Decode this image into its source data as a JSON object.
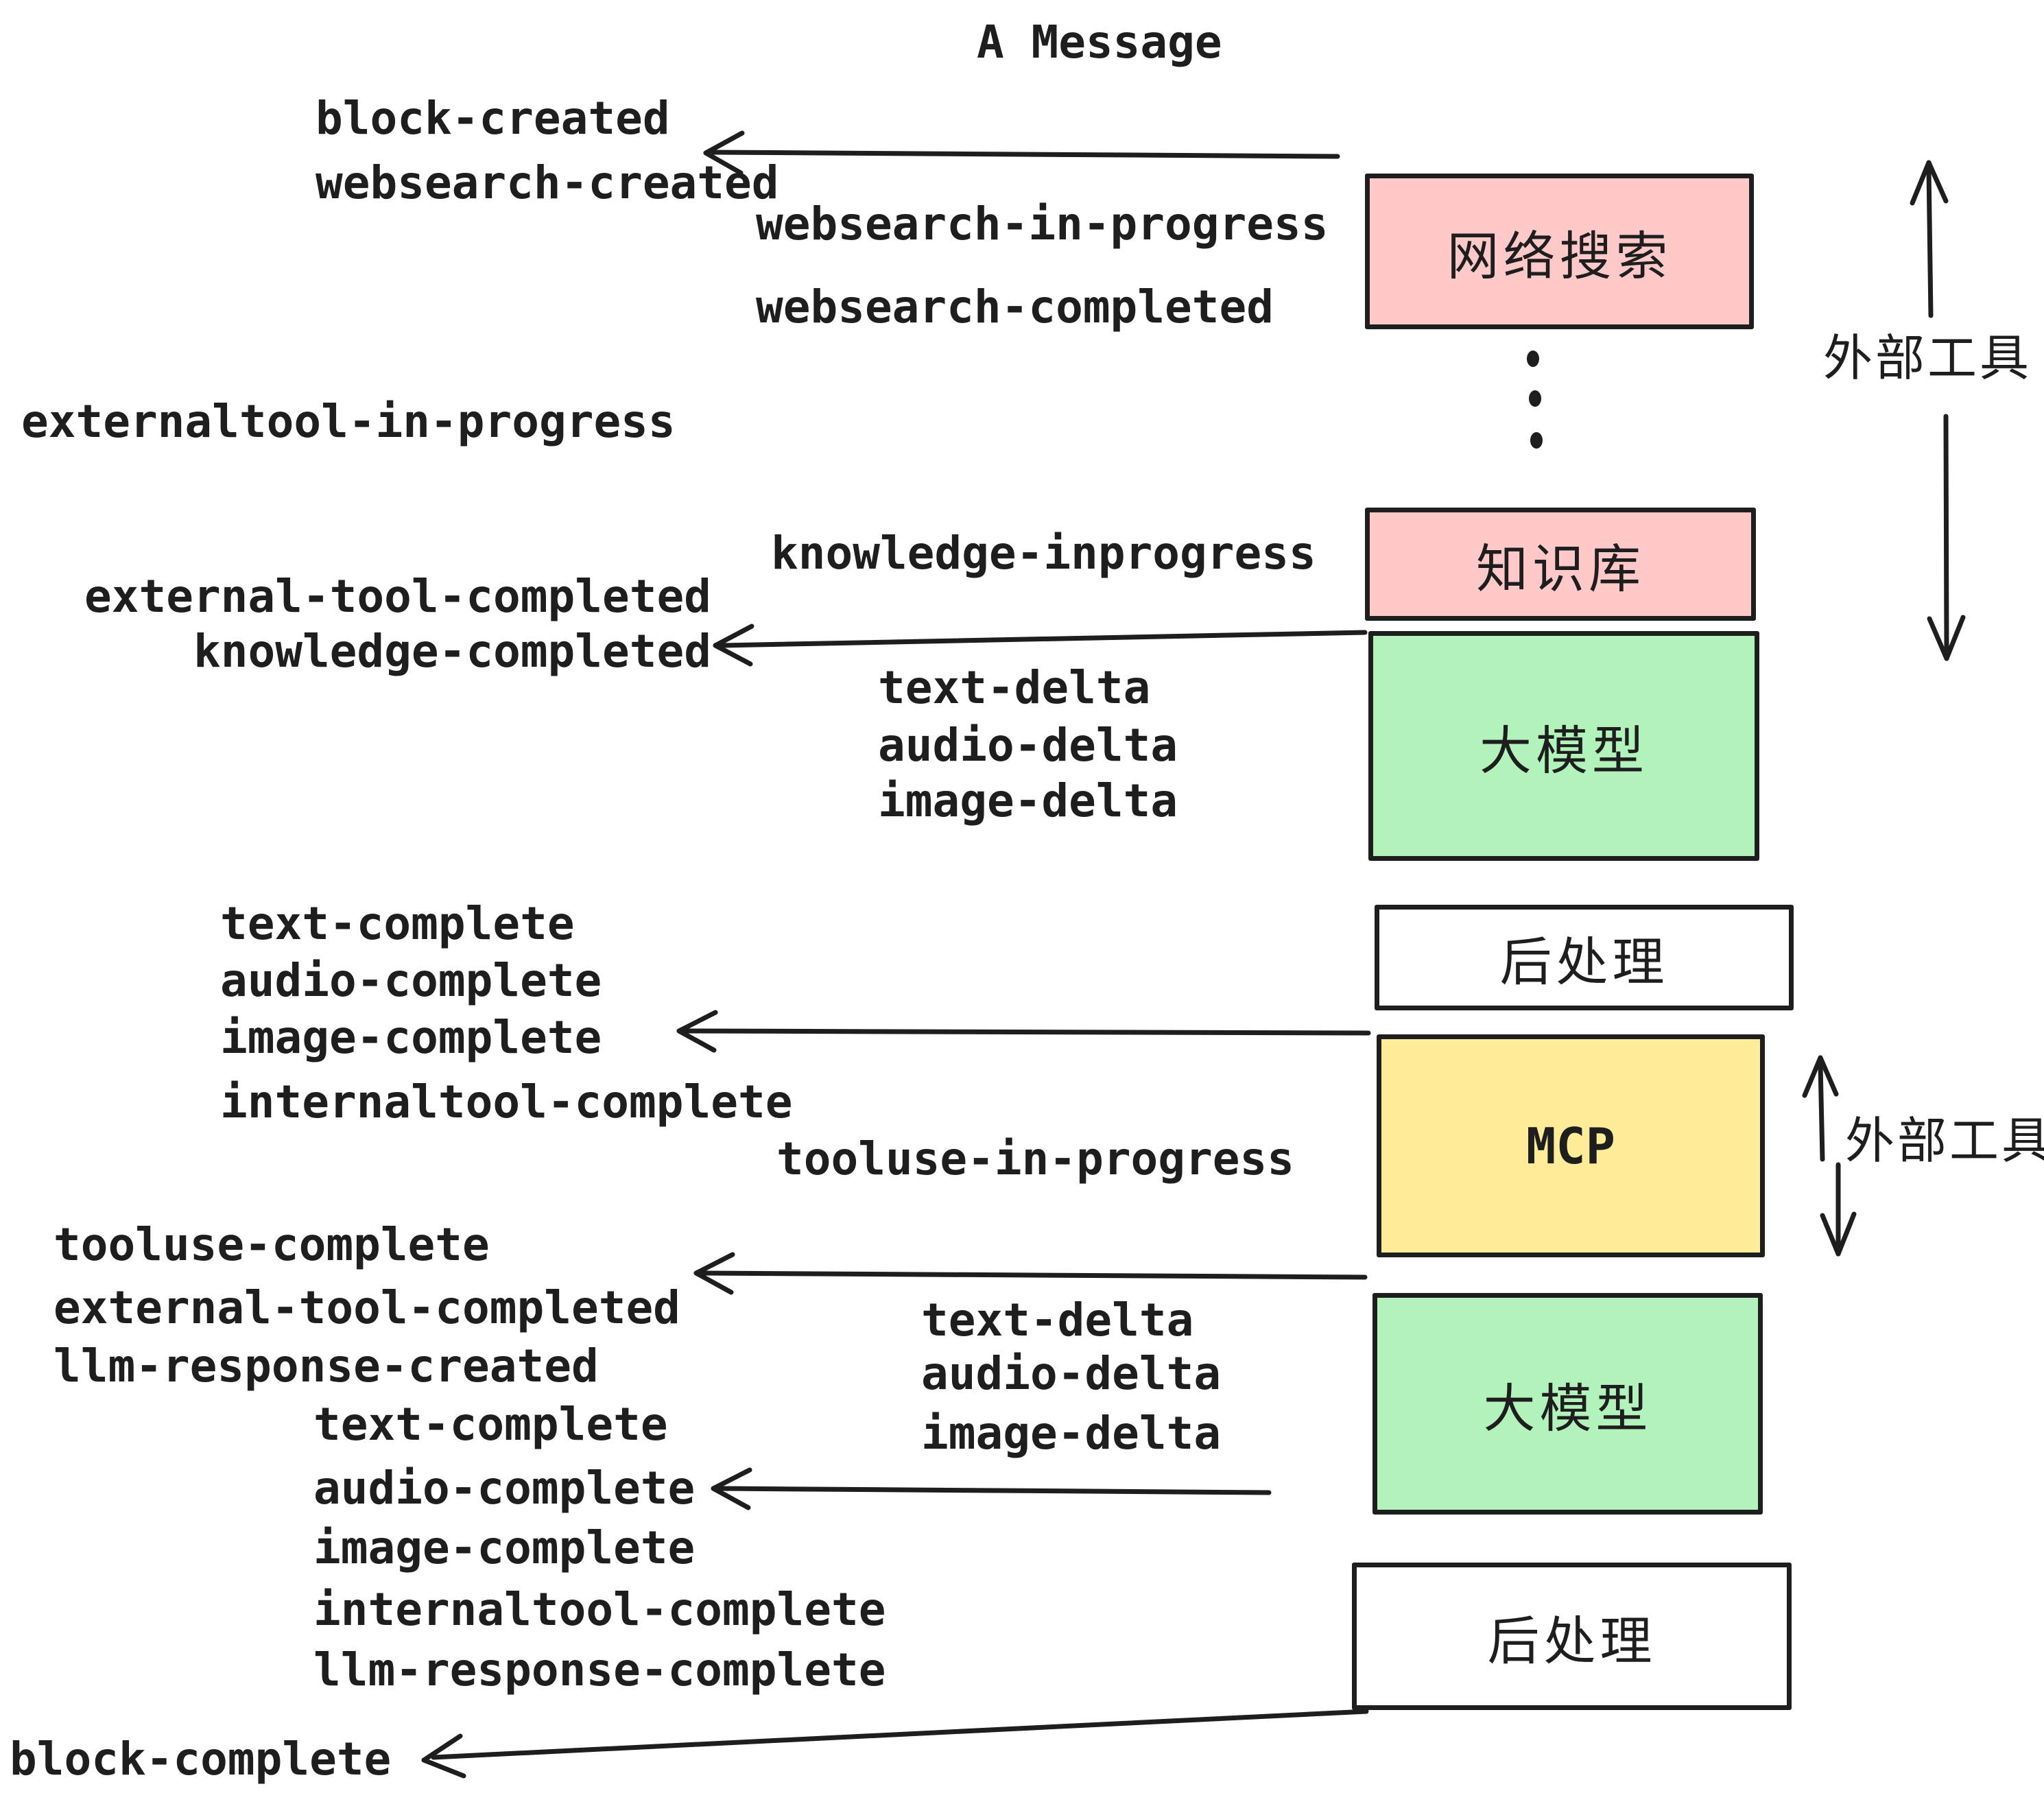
{
  "title": "A Message",
  "events": {
    "block_created": "block-created",
    "websearch_created": "websearch-created",
    "websearch_in_progress": "websearch-in-progress",
    "websearch_completed": "websearch-completed",
    "externaltool_in_progress": "externaltool-in-progress",
    "knowledge_inprogress": "knowledge-inprogress",
    "external_tool_completed": "external-tool-completed",
    "knowledge_completed": "knowledge-completed",
    "text_delta": "text-delta",
    "audio_delta": "audio-delta",
    "image_delta": "image-delta",
    "text_complete": "text-complete",
    "audio_complete": "audio-complete",
    "image_complete": "image-complete",
    "internaltool_complete": "internaltool-complete",
    "tooluse_in_progress": "tooluse-in-progress",
    "tooluse_complete": "tooluse-complete",
    "llm_response_created": "llm-response-created",
    "llm_response_complete": "llm-response-complete",
    "block_complete": "block-complete"
  },
  "boxes": {
    "websearch": {
      "label": "网络搜索",
      "color": "#FFC9C9"
    },
    "knowledge": {
      "label": "知识库",
      "color": "#FFC9C9"
    },
    "llm1": {
      "label": "大模型",
      "color": "#B2F2BB"
    },
    "post1": {
      "label": "后处理",
      "color": "#FFFFFF"
    },
    "mcp": {
      "label": "MCP",
      "color": "#FFEC99"
    },
    "llm2": {
      "label": "大模型",
      "color": "#B2F2BB"
    },
    "post2": {
      "label": "后处理",
      "color": "#FFFFFF"
    }
  },
  "annotations": {
    "external_tools_top": "外部工具",
    "external_tools_mid": "外部工具"
  },
  "colors": {
    "ink": "#1e1e1e",
    "pink": "#FFC9C9",
    "green": "#B2F2BB",
    "yellow": "#FFEC99",
    "background": "#FFFFFF"
  }
}
